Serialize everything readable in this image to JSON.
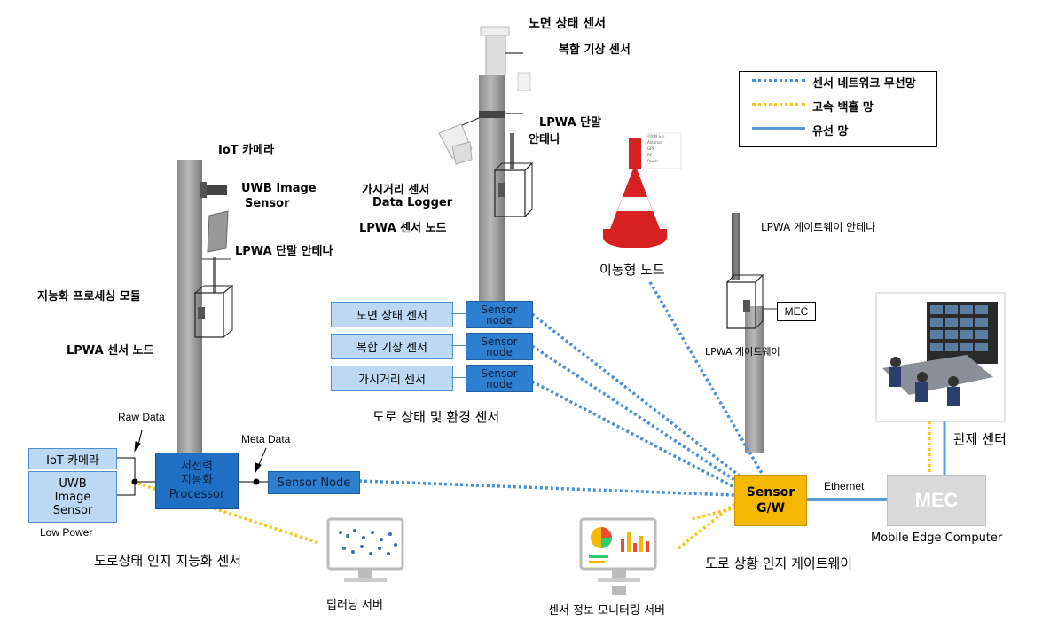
{
  "poles": {
    "left": {
      "iot_camera": "IoT 카메라",
      "uwb_sensor_line1": "UWB Image",
      "uwb_sensor_line2": "Sensor",
      "lpwa_antenna": "LPWA 단말 안테나",
      "processing_module": "지능화 프로세싱 모듈",
      "lpwa_sensor_node": "LPWA 센서 노드"
    },
    "center": {
      "road_surface_sensor": "노면 상태 센서",
      "complex_weather_sensor": "복합 기상 센서",
      "lpwa_antenna_line1": "LPWA 단말",
      "lpwa_antenna_line2": "안테나",
      "visibility_sensor": "가시거리 센서",
      "data_logger": "Data Logger",
      "lpwa_sensor_node": "LPWA 센서 노드"
    },
    "right": {
      "gateway_antenna": "LPWA 게이트웨이 안테나",
      "mec": "MEC",
      "gateway": "LPWA 게이트웨이"
    }
  },
  "mobile_node": "이동형 노드",
  "mobile_node_panel": [
    "이동형 노드",
    "Antenna",
    "GPS",
    "RF",
    "Power"
  ],
  "legend": {
    "items": [
      {
        "label": "센서 네트워크 무선망",
        "color": "#4a8fd4",
        "style": "dotted"
      },
      {
        "label": "고속 백홀 망",
        "color": "#f5c518",
        "style": "dotted"
      },
      {
        "label": "유선 망",
        "color": "#5b9bd5",
        "style": "solid"
      }
    ]
  },
  "env_sensors": {
    "rows": [
      {
        "sensor": "노면 상태 센서",
        "node": "Sensor node"
      },
      {
        "sensor": "복합 기상 센서",
        "node": "Sensor node"
      },
      {
        "sensor": "가시거리 센서",
        "node": "Sensor node"
      }
    ],
    "caption": "도로 상태 및 환경 센서"
  },
  "processing": {
    "raw_data": "Raw Data",
    "meta_data": "Meta Data",
    "iot_camera": "IoT 카메라",
    "uwb_line1": "UWB",
    "uwb_line2": "Image",
    "uwb_line3": "Sensor",
    "low_power": "Low Power",
    "processor_line1": "저전력",
    "processor_line2": "지능화",
    "processor_line3": "Processor",
    "sensor_node": "Sensor Node",
    "caption": "도로상태 인지 지능화 센서"
  },
  "deep_learning_server": "딥러닝 서버",
  "monitoring_server": "센서 정보 모니터링 서버",
  "gateway": {
    "line1": "Sensor",
    "line2": "G/W",
    "ethernet": "Ethernet",
    "caption": "도로 상황 인지 게이트웨이"
  },
  "mec": {
    "label": "MEC",
    "caption": "Mobile Edge Computer"
  },
  "control_center": "관제 센터",
  "colors": {
    "wireless": "#4a8fd4",
    "backhaul": "#f5c518",
    "wired": "#5b9bd5",
    "gateway_fill": "#f5b800",
    "processor_fill": "#2f7fd0"
  }
}
